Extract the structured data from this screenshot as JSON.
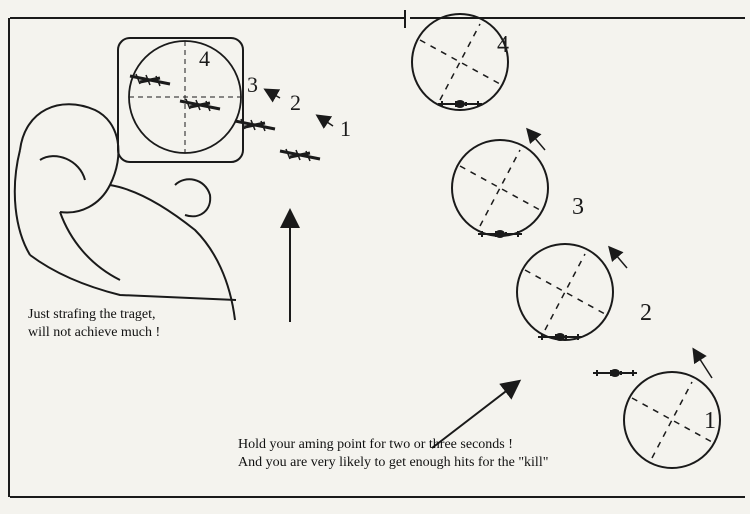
{
  "captions": {
    "left_line1": "Just strafing the traget,",
    "left_line2": "will not achieve much !",
    "bottom_line1": "Hold your aming point for two or three seconds !",
    "bottom_line2": "And you are very likely to get enough hits for the \"kill\""
  },
  "sight_labels": [
    "4",
    "3",
    "2",
    "1"
  ],
  "circle_labels": [
    "4",
    "3",
    "2",
    "1"
  ],
  "colors": {
    "ink": "#1a1a1a",
    "paper": "#f4f3ee"
  }
}
